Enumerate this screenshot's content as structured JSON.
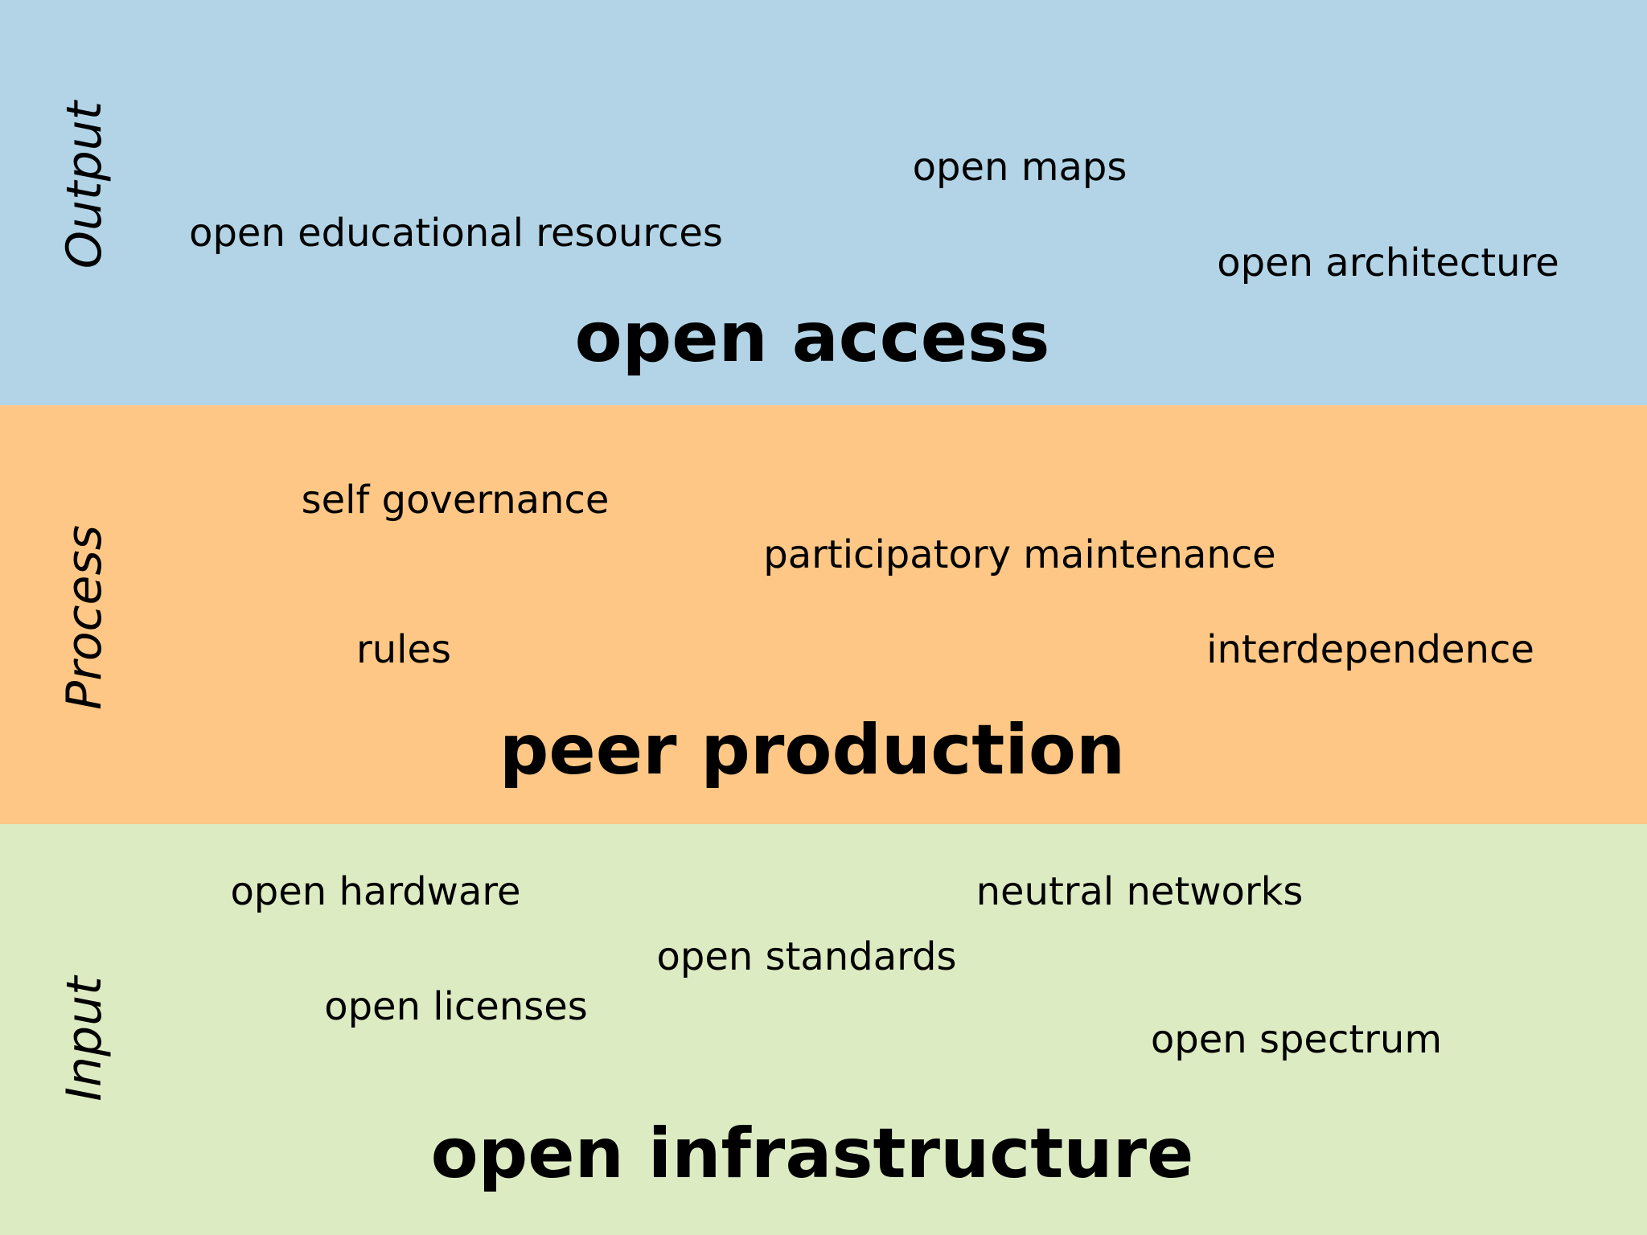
{
  "layers": {
    "output": {
      "label": "Output",
      "color": "#b2d4e6",
      "headline": "open access",
      "terms": [
        "open maps",
        "open educational resources",
        "open architecture"
      ]
    },
    "process": {
      "label": "Process",
      "color": "#fec785",
      "headline": "peer production",
      "terms": [
        "self governance",
        "participatory maintenance",
        "rules",
        "interdependence"
      ]
    },
    "input": {
      "label": "Input",
      "color": "#ddebc3",
      "headline": "open infrastructure",
      "terms": [
        "open hardware",
        "neutral networks",
        "open standards",
        "open licenses",
        "open spectrum"
      ]
    }
  }
}
